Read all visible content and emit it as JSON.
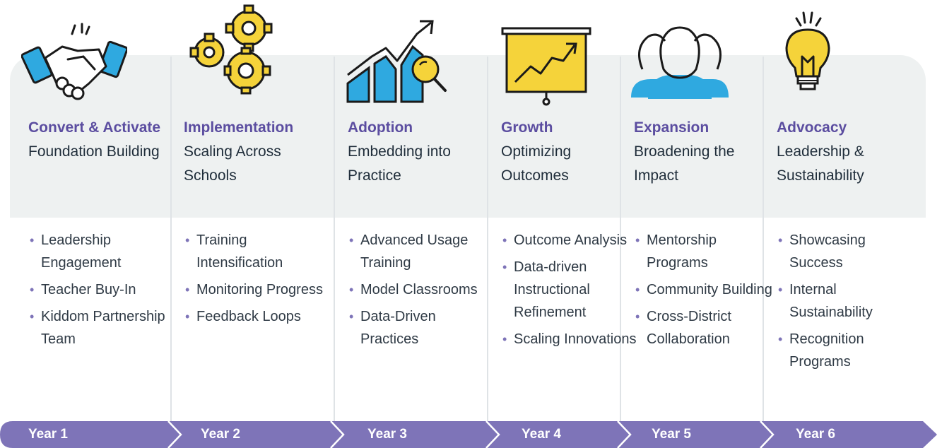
{
  "stages": [
    {
      "icon": "handshake-icon",
      "phase": "Convert & Activate",
      "subtitle": "Foundation Building",
      "items": [
        "Leadership Engagement",
        "Teacher Buy-In",
        "Kiddom Partnership Team"
      ],
      "year": "Year 1"
    },
    {
      "icon": "gears-icon",
      "phase": "Implementation",
      "subtitle": "Scaling Across Schools",
      "items": [
        "Training Intensification",
        "Monitoring Progress",
        "Feedback Loops"
      ],
      "year": "Year 2"
    },
    {
      "icon": "growth-chart-magnifier-icon",
      "phase": "Adoption",
      "subtitle": "Embedding into Practice",
      "items": [
        "Advanced Usage Training",
        "Model Classrooms",
        "Data-Driven Practices"
      ],
      "year": "Year 3"
    },
    {
      "icon": "presentation-board-icon",
      "phase": "Growth",
      "subtitle": "Optimizing Outcomes",
      "items": [
        "Outcome Analysis",
        "Data-driven Instructional Refinement",
        "Scaling Innovations"
      ],
      "year": "Year 4"
    },
    {
      "icon": "people-group-icon",
      "phase": "Expansion",
      "subtitle": "Broadening the Impact",
      "items": [
        "Mentorship Programs",
        "Community Building",
        "Cross-District Collaboration"
      ],
      "year": "Year 5"
    },
    {
      "icon": "lightbulb-icon",
      "phase": "Advocacy",
      "subtitle": "Leadership & Sustainability",
      "items": [
        "Showcasing Success",
        "Internal Sustainability",
        "Recognition Programs"
      ],
      "year": "Year 6"
    }
  ],
  "colors": {
    "phase_text": "#5b4da0",
    "timeline": "#7e74b8",
    "panel_top": "#eef1f1",
    "icon_yellow": "#f5d33a",
    "icon_blue": "#2fa9e0"
  }
}
